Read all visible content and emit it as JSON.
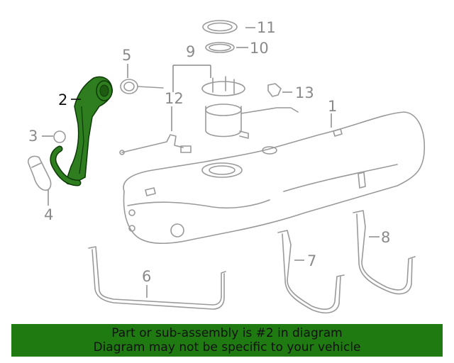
{
  "diagram": {
    "callouts": {
      "c1": "1",
      "c2": "2",
      "c3": "3",
      "c4": "4",
      "c5": "5",
      "c6": "6",
      "c7": "7",
      "c8": "8",
      "c9": "9",
      "c10": "10",
      "c11": "11",
      "c12": "12",
      "c13": "13"
    },
    "highlighted_part": "2",
    "colors": {
      "highlight_fill": "#2e7d1e",
      "line": "#9a9a9a",
      "banner_bg": "#1f7a12"
    }
  },
  "banner": {
    "line1": "Part or sub-assembly is #2 in diagram",
    "line2": "Diagram may not be specific to your vehicle"
  }
}
